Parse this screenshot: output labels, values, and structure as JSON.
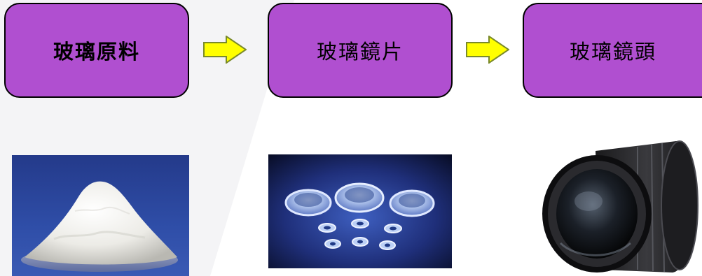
{
  "stages": [
    {
      "label": "玻璃原料"
    },
    {
      "label": "玻璃鏡片"
    },
    {
      "label": "玻璃鏡頭"
    }
  ],
  "colors": {
    "box_fill": "#b04fd0",
    "box_border": "#000000",
    "arrow_fill": "#ffff00",
    "arrow_stroke": "#7a8a2a"
  },
  "photos": [
    {
      "icon": "glass-powder-photo"
    },
    {
      "icon": "glass-lenses-photo"
    },
    {
      "icon": "camera-lens-photo"
    }
  ]
}
